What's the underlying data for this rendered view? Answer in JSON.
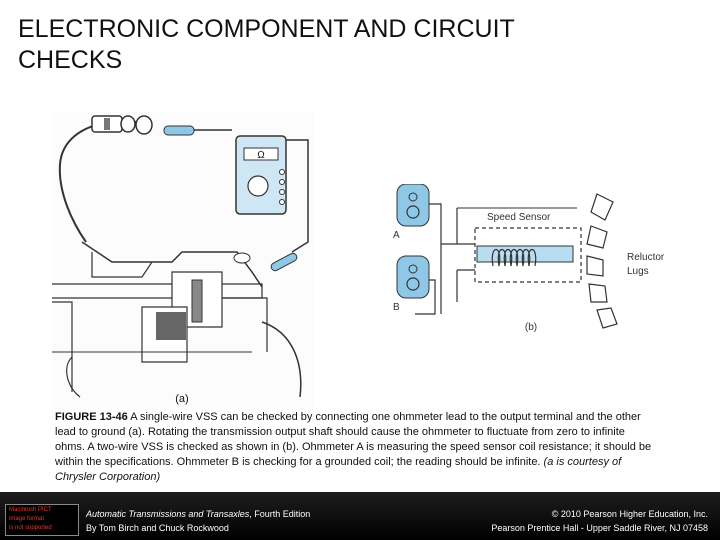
{
  "slide": {
    "title_line1": "ELECTRONIC COMPONENT AND CIRCUIT",
    "title_line2": "CHECKS"
  },
  "figure_a": {
    "ohm_symbol": "Ω",
    "label": "(a)"
  },
  "figure_b": {
    "speed_sensor_label": "Speed Sensor",
    "reluctor_line1": "Reluctor",
    "reluctor_line2": "Lugs",
    "meter_a_label": "A",
    "meter_b_label": "B",
    "label": "(b)"
  },
  "caption": {
    "figure_number": "FIGURE 13-46",
    "text": " A single-wire VSS can be checked by connecting one ohmmeter lead to the output terminal and the other lead to ground (a). Rotating the transmission output shaft should cause the ohmmeter to fluctuate from zero to infinite ohms. A two-wire VSS is checked as shown in (b). Ohmmeter A is measuring the speed sensor coil resistance; it should be within the specifications. Ohmmeter B is checking for a grounded coil; the reading should be infinite. ",
    "credit": "(a is courtesy of Chrysler Corporation)"
  },
  "footer": {
    "book_title": "Automatic Transmissions and Transaxles",
    "edition": ", Fourth Edition",
    "authors": "By Tom Birch and Chuck Rockwood",
    "copyright": "© 2010 Pearson Higher Education, Inc.",
    "publisher": "Pearson Prentice Hall - Upper Saddle River, NJ 07458",
    "logo_line1": "Macintosh PICT",
    "logo_line2": "image format",
    "logo_line3": "is not supported"
  }
}
